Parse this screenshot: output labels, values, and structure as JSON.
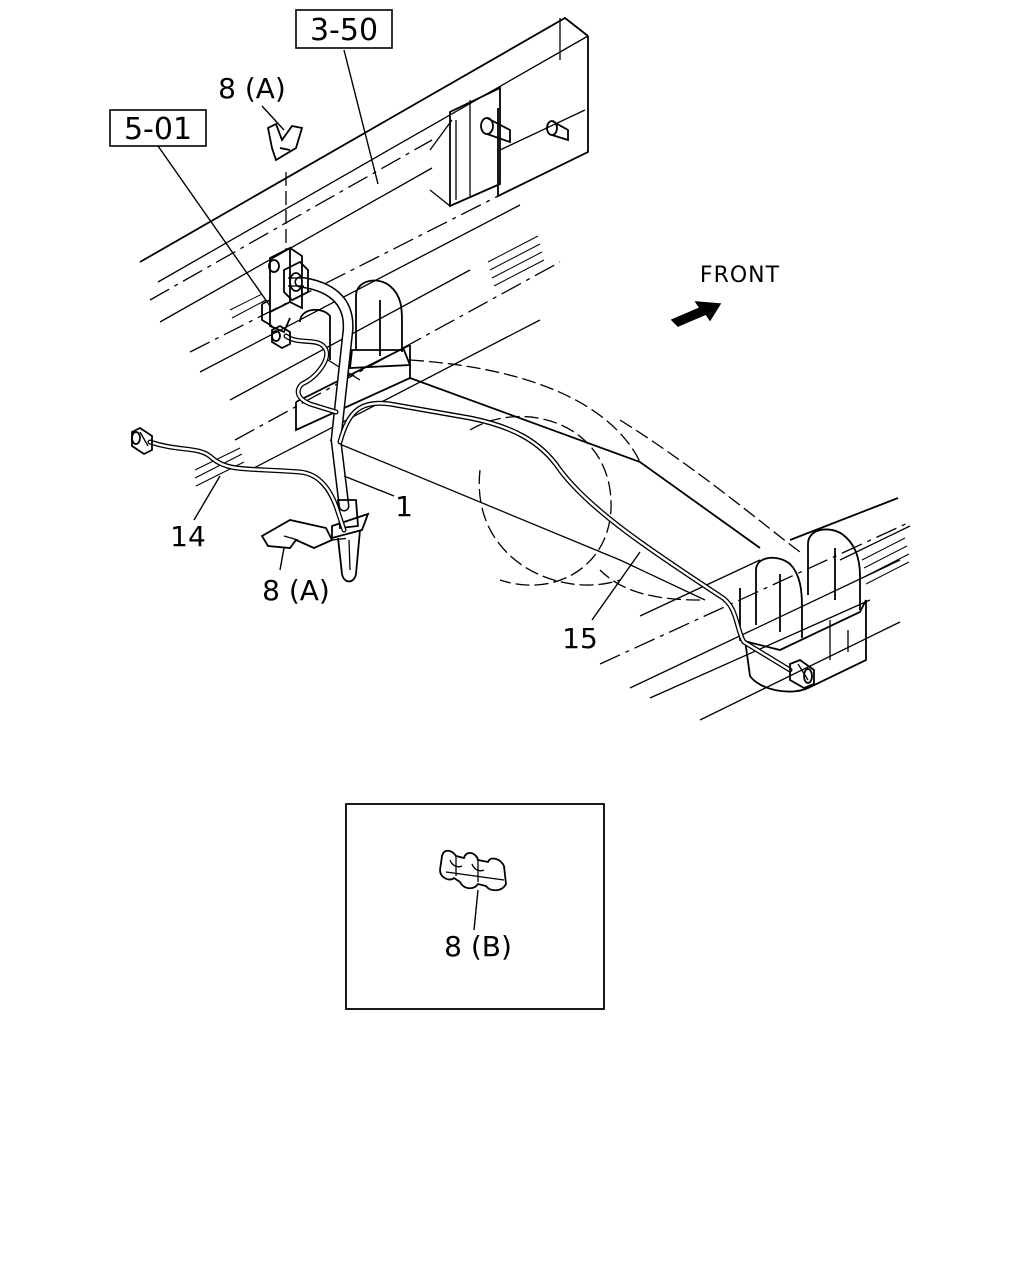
{
  "references": [
    {
      "id": "ref-3-50",
      "label": "3-50"
    },
    {
      "id": "ref-5-01",
      "label": "5-01"
    }
  ],
  "callouts": {
    "clip_a_top": "8 (A)",
    "clip_a_bottom": "8 (A)",
    "hose_1": "1",
    "pipe_14": "14",
    "pipe_15": "15",
    "clip_b": "8 (B)"
  },
  "direction": {
    "label": "FRONT",
    "icon": "arrow-front-icon"
  }
}
